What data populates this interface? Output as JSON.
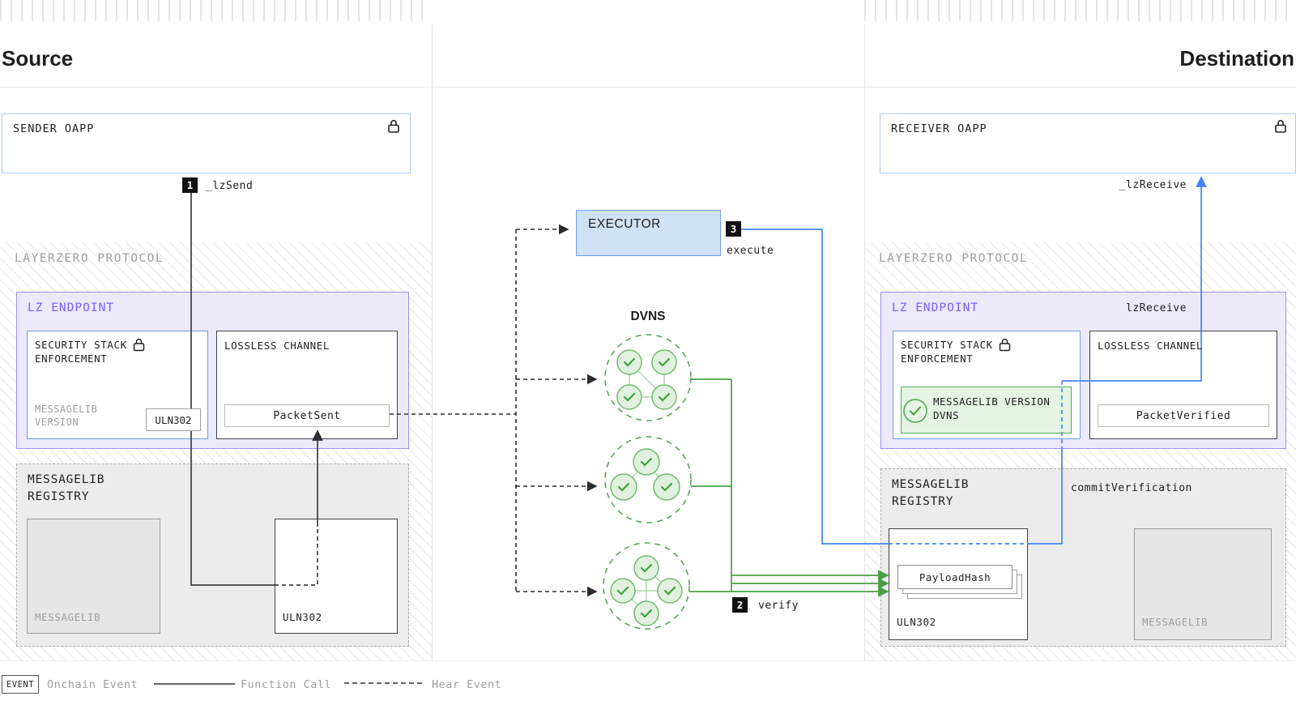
{
  "title": {
    "source": "Source",
    "destination": "Destination"
  },
  "source": {
    "oapp": "SENDER OAPP",
    "step_send": {
      "badge": "1",
      "label": "_lzSend"
    },
    "protocol": "LAYERZERO PROTOCOL",
    "endpoint": {
      "title": "LZ ENDPOINT",
      "security": {
        "title1": "SECURITY STACK",
        "title2": "ENFORCEMENT",
        "meta1": "MESSAGELIB",
        "meta2": "VERSION",
        "version_chip": "ULN302"
      },
      "channel": {
        "title": "LOSSLESS CHANNEL",
        "event": "PacketSent"
      }
    },
    "registry": {
      "title1": "MESSAGELIB",
      "title2": "REGISTRY",
      "messagelib_box": "MESSAGELIB",
      "uln_box": "ULN302"
    }
  },
  "middle": {
    "executor": "EXECUTOR",
    "dvns": "DVNS",
    "step_execute": {
      "badge": "3",
      "label": "execute"
    },
    "step_verify": {
      "badge": "2",
      "label": "verify"
    }
  },
  "destination": {
    "oapp": "RECEIVER OAPP",
    "lz_receive_call": "_lzReceive",
    "protocol": "LAYERZERO PROTOCOL",
    "endpoint": {
      "title": "LZ ENDPOINT",
      "lz_receive": "lzReceive",
      "security": {
        "title1": "SECURITY STACK",
        "title2": "ENFORCEMENT",
        "green1": "MESSAGELIB VERSION",
        "green2": "DVNS"
      },
      "channel": {
        "title": "LOSSLESS CHANNEL",
        "event": "PacketVerified"
      }
    },
    "registry": {
      "title1": "MESSAGELIB",
      "title2": "REGISTRY",
      "commit": "commitVerification",
      "uln_box": "ULN302",
      "payload": "PayloadHash",
      "messagelib_box": "MESSAGELIB"
    }
  },
  "legend": {
    "event_badge": "EVENT",
    "onchain": "Onchain Event",
    "function_call": "Function Call",
    "hear_event": "Hear Event"
  },
  "colors": {
    "blue_line": "#4285F4",
    "green_line": "#4D9F47",
    "purple_border": "#9F92EE",
    "purple_text": "#7C5CFC",
    "blue_border": "#6D9EEB",
    "oapp_border": "#AECBFA",
    "executor_fill": "#CFE1F5",
    "green_fill": "#E5F4E3",
    "green_border": "#59A55D"
  }
}
